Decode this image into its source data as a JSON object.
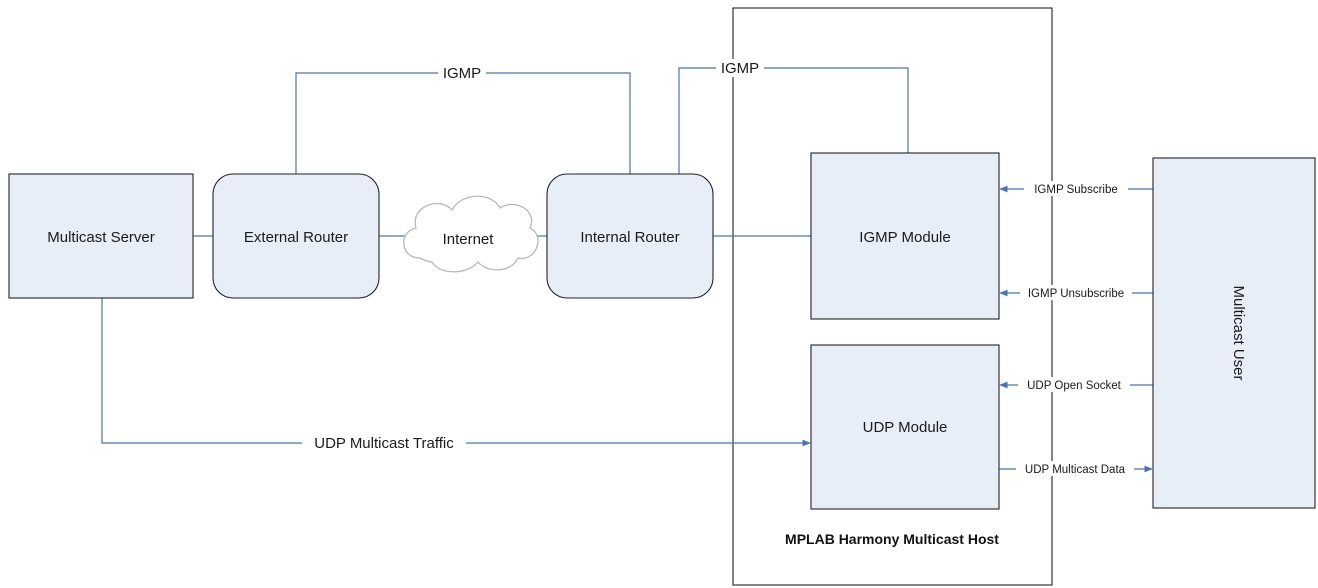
{
  "colors": {
    "box_fill": "#e8eef8",
    "line": "#4a73b8",
    "border": "#222222",
    "cloud_fill": "#ffffff"
  },
  "nodes": {
    "multicast_server": "Multicast Server",
    "external_router": "External Router",
    "internet": "Internet",
    "internal_router": "Internal Router",
    "igmp_module": "IGMP Module",
    "udp_module": "UDP Module",
    "multicast_user": "Multicast User",
    "host": "MPLAB Harmony Multicast Host"
  },
  "edges": {
    "igmp_external": "IGMP",
    "igmp_internal": "IGMP",
    "udp_traffic": "UDP Multicast Traffic",
    "igmp_subscribe": "IGMP Subscribe",
    "igmp_unsubscribe": "IGMP Unsubscribe",
    "udp_open_socket": "UDP Open Socket",
    "udp_multicast_data": "UDP Multicast Data"
  }
}
